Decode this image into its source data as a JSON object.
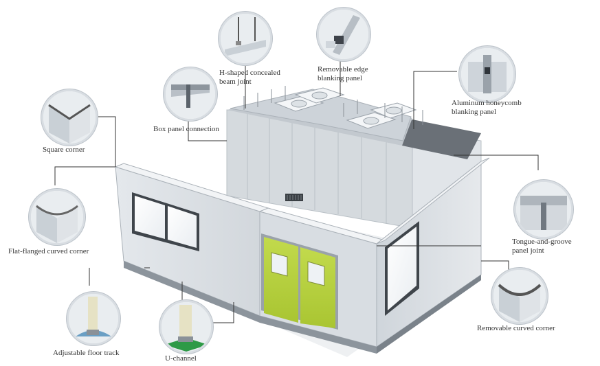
{
  "callouts": {
    "h_joint": [
      "H-shaped concealed",
      "beam joint"
    ],
    "edge_panel": [
      "Removable edge",
      "blanking panel"
    ],
    "honeycomb": [
      "Aluminum honeycomb",
      "blanking panel"
    ],
    "box_panel": "Box panel connection",
    "square_corner": "Square corner",
    "flat_flanged": "Flat-flanged curved corner",
    "tongue_groove": [
      "Tongue-and-groove",
      "panel joint"
    ],
    "curved_corner": "Removable curved corner",
    "floor_track": "Adjustable floor track",
    "u_channel": "U-channel"
  },
  "colors": {
    "panel": "#dfe3e8",
    "panel_dark": "#c7cdd4",
    "door": "#b5d13c",
    "leader": "#333333",
    "base": "#8c949c"
  }
}
